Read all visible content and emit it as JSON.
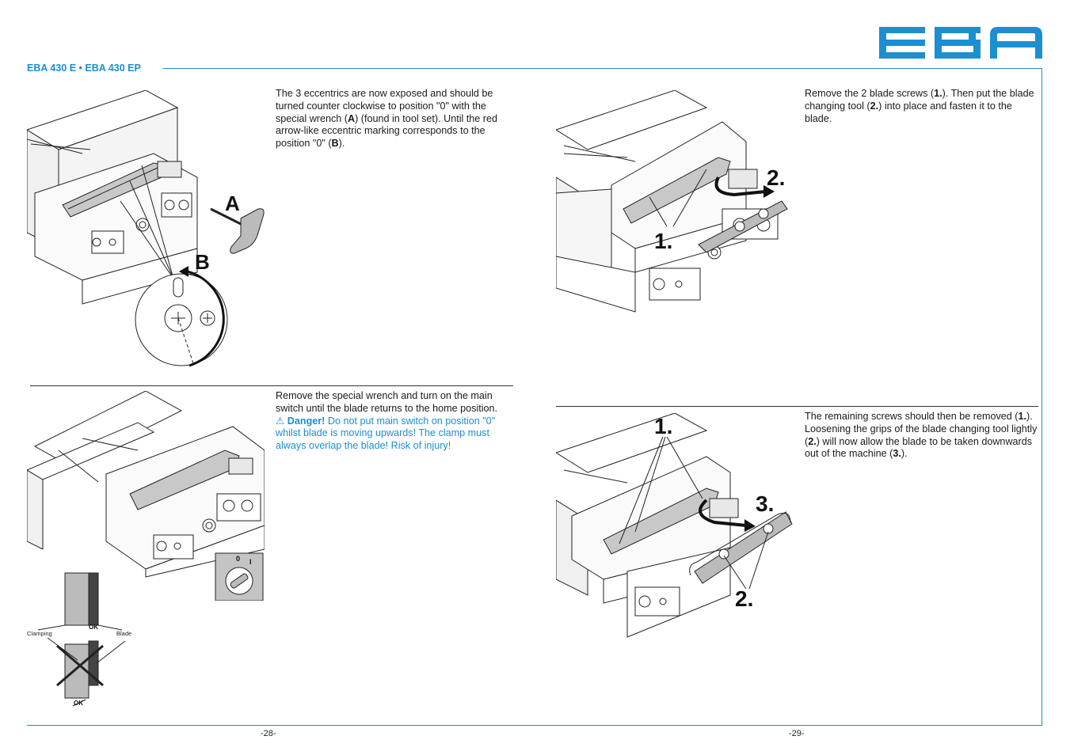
{
  "header": {
    "title": "EBA 430 E • EBA 430 EP",
    "logo_text": "EBA"
  },
  "colors": {
    "accent": "#1b8fd1"
  },
  "left_page": {
    "step1": {
      "t1": "The 3 eccentrics are now exposed and should be turned counter clockwise to position \"0\" with the special wrench (",
      "b1": "A",
      "t2": ") (found in tool set). Until the red arrow-like eccentric marking corresponds to the position \"0\" (",
      "b2": "B",
      "t3": ").",
      "label_a": "A",
      "label_b": "B"
    },
    "step2": {
      "t1": "Remove the special wrench and turn on the main switch until the blade returns to the home position.",
      "danger_label": "Danger!",
      "danger_text": " Do not put main switch on position \"0\" whilst blade is moving upwards! The clamp must always overlap the blade! Risk of injury!",
      "switch_0": "0",
      "switch_1": "I",
      "clamping_label": "Clamping",
      "blade_label": "Blade",
      "ok_label": "OK",
      "not_ok_label": "OK"
    },
    "page_number": "-28-"
  },
  "right_page": {
    "step3": {
      "t1": "Remove the 2 blade screws (",
      "b1": "1.",
      "t2": "). Then put the blade changing tool (",
      "b2": "2.",
      "t3": ") into place and fasten it to the blade.",
      "label_1": "1.",
      "label_2": "2."
    },
    "step4": {
      "t1": "The remaining screws should then be removed (",
      "b1": "1.",
      "t2": "). Loosening the grips of the blade changing tool lightly (",
      "b2": "2.",
      "t3": ") will now allow the blade to be taken downwards out of the machine (",
      "b3": "3.",
      "t4": ").",
      "label_1": "1.",
      "label_2": "2.",
      "label_3": "3."
    },
    "page_number": "-29-"
  }
}
